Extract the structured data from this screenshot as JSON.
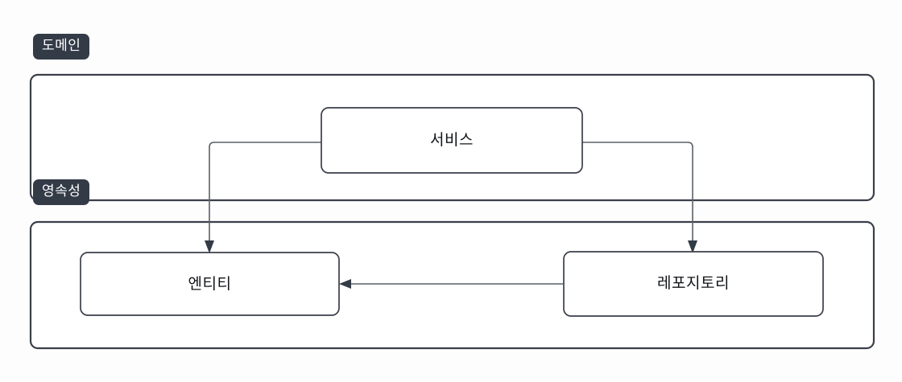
{
  "diagram": {
    "title": "Layered architecture diagram",
    "colors": {
      "background": "#fdfdfd",
      "container_border": "#3a3f4a",
      "node_border": "#3a3f4a",
      "node_fill": "#ffffff",
      "badge_fill": "#333b47",
      "badge_text": "#ffffff",
      "connector": "#5a6068",
      "arrowhead": "#333b47",
      "label_text": "#111418"
    },
    "zones": [
      {
        "id": "domain",
        "badge": "도메인",
        "nodes": [
          "service"
        ]
      },
      {
        "id": "persistence",
        "badge": "영속성",
        "nodes": [
          "entity",
          "repository"
        ]
      }
    ],
    "nodes": [
      {
        "id": "service",
        "label": "서비스",
        "zone": "domain"
      },
      {
        "id": "entity",
        "label": "엔티티",
        "zone": "persistence"
      },
      {
        "id": "repository",
        "label": "레포지토리",
        "zone": "persistence"
      }
    ],
    "edges": [
      {
        "from": "service",
        "to": "entity",
        "style": "orthogonal",
        "arrow": "down"
      },
      {
        "from": "service",
        "to": "repository",
        "style": "orthogonal",
        "arrow": "down"
      },
      {
        "from": "repository",
        "to": "entity",
        "style": "straight",
        "arrow": "left"
      }
    ]
  }
}
